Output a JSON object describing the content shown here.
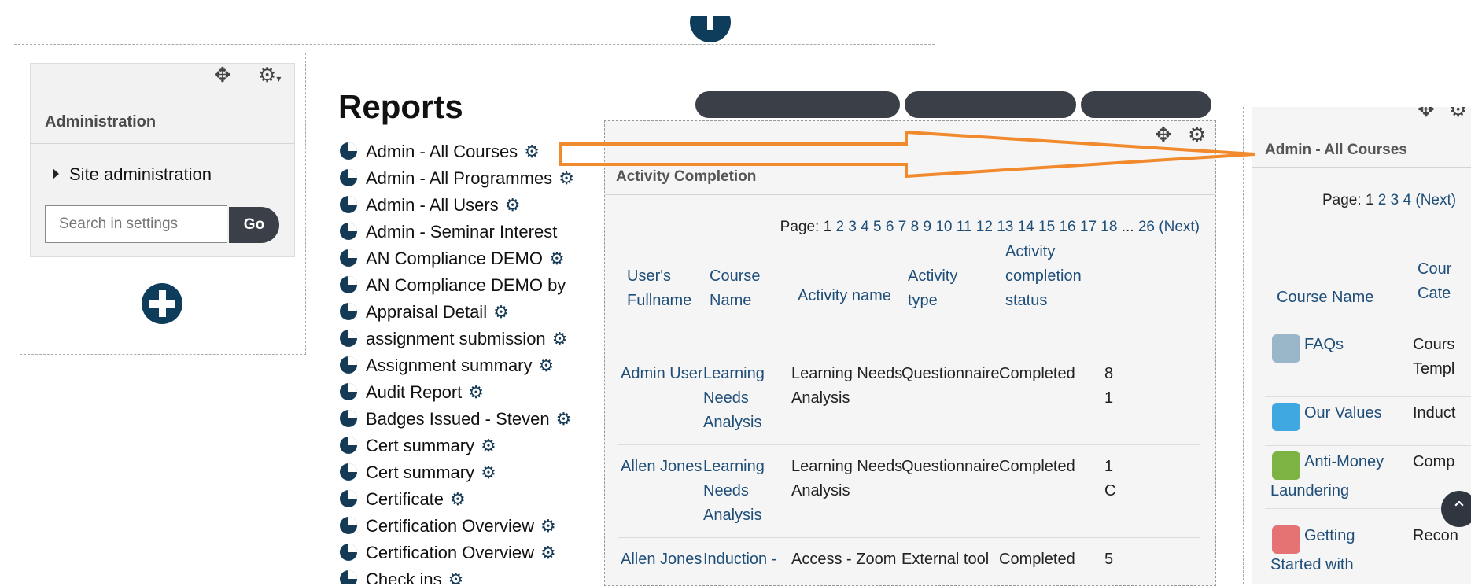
{
  "admin_block": {
    "title": "Administration",
    "site_admin_label": "Site administration",
    "search_placeholder": "Search in settings",
    "go_label": "Go"
  },
  "reports": {
    "title": "Reports",
    "items": [
      {
        "label": "Admin - All Courses",
        "gear": true
      },
      {
        "label": "Admin - All Programmes",
        "gear": true
      },
      {
        "label": "Admin - All Users",
        "gear": true
      },
      {
        "label": "Admin - Seminar Interest",
        "gear": false
      },
      {
        "label": "AN Compliance DEMO",
        "gear": true
      },
      {
        "label": "AN Compliance DEMO by",
        "gear": false
      },
      {
        "label": "Appraisal Detail",
        "gear": true
      },
      {
        "label": "assignment submission",
        "gear": true
      },
      {
        "label": "Assignment summary",
        "gear": true
      },
      {
        "label": "Audit Report",
        "gear": true
      },
      {
        "label": "Badges Issued - Steven",
        "gear": true
      },
      {
        "label": "Cert summary",
        "gear": true
      },
      {
        "label": "Cert summary",
        "gear": true
      },
      {
        "label": "Certificate",
        "gear": true
      },
      {
        "label": "Certification Overview",
        "gear": true
      },
      {
        "label": "Certification Overview",
        "gear": true
      },
      {
        "label": "Check ins",
        "gear": true
      }
    ]
  },
  "activity_completion": {
    "title": "Activity Completion",
    "paging_prefix": "Page:",
    "pages": [
      "1",
      "2",
      "3",
      "4",
      "5",
      "6",
      "7",
      "8",
      "9",
      "10",
      "11",
      "12",
      "13",
      "14",
      "15",
      "16",
      "17",
      "18"
    ],
    "paging_ellipsis": "...",
    "paging_last": "26",
    "paging_next": "(Next)",
    "headers": [
      [
        "User's",
        "Fullname"
      ],
      [
        "Course",
        "Name"
      ],
      [
        "Activity name"
      ],
      [
        "Activity",
        "type"
      ],
      [
        "Activity",
        "completion",
        "status"
      ]
    ],
    "rows": [
      {
        "user": "Admin User",
        "course": [
          "Learning",
          "Needs",
          "Analysis"
        ],
        "activity": [
          "Learning Needs",
          "Analysis"
        ],
        "type": "Questionnaire",
        "status": "Completed",
        "extra": [
          "8",
          "1"
        ]
      },
      {
        "user": "Allen Jones",
        "course": [
          "Learning",
          "Needs",
          "Analysis"
        ],
        "activity": [
          "Learning Needs",
          "Analysis"
        ],
        "type": "Questionnaire",
        "status": "Completed",
        "extra": [
          "1",
          "C"
        ]
      },
      {
        "user": "Allen Jones",
        "course": [
          "Induction -"
        ],
        "activity": [
          "Access - Zoom"
        ],
        "type": "External tool",
        "status": "Completed",
        "extra": [
          "5"
        ]
      }
    ]
  },
  "all_courses": {
    "title": "Admin - All Courses",
    "paging_prefix": "Page:",
    "pages": [
      "1",
      "2",
      "3",
      "4"
    ],
    "paging_next": "(Next)",
    "header_course_name": "Course Name",
    "header_category": [
      "Cour",
      "Cate"
    ],
    "courses": [
      {
        "name": [
          "FAQs"
        ],
        "category": [
          "Cours",
          "Templ"
        ],
        "icon": "wifi-book-icon",
        "color": "#9ab7c9"
      },
      {
        "name": [
          "Our Values"
        ],
        "category": [
          "Induct"
        ],
        "icon": "speech-bubbles-icon",
        "color": "#3fa8e0"
      },
      {
        "name": [
          "Anti-Money",
          "Laundering"
        ],
        "category": [
          "Comp"
        ],
        "icon": "magnifier-money-icon",
        "color": "#7cb342"
      },
      {
        "name": [
          "Getting",
          "Started with"
        ],
        "category": [
          "Recon"
        ],
        "icon": "dots-icon",
        "color": "#e57373"
      }
    ]
  },
  "colors": {
    "accent": "#0e3d5c",
    "link": "#1f4e79",
    "arrow": "#f08a2c",
    "button_dark": "#3b4048"
  }
}
